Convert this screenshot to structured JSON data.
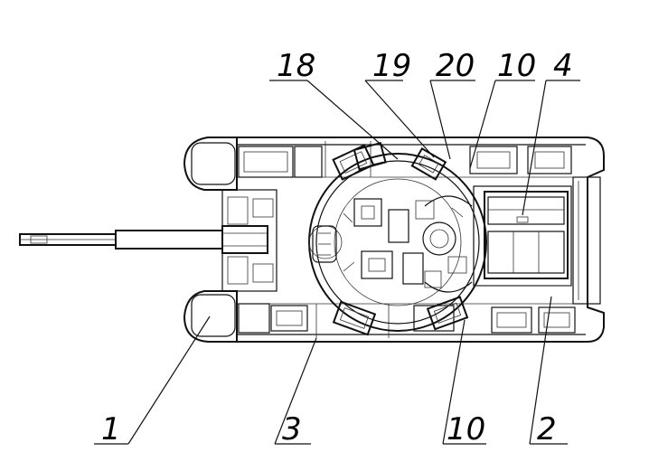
{
  "callouts": {
    "top": [
      "18",
      "19",
      "20",
      "10",
      "4"
    ],
    "bottom": [
      "1",
      "3",
      "10",
      "2"
    ]
  },
  "colors": {
    "ink": "#111111",
    "paper": "#ffffff"
  }
}
